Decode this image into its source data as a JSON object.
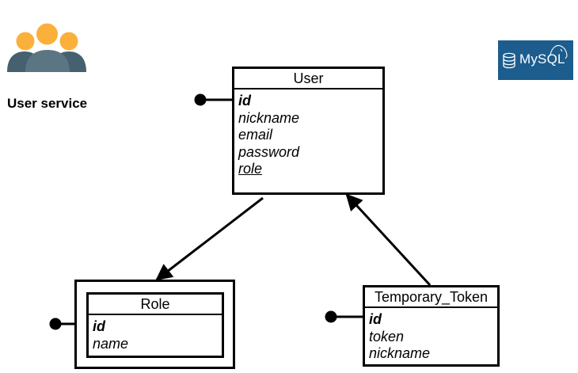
{
  "service": {
    "label": "User service",
    "icon": "user-group-icon",
    "colors": {
      "head": "#fbb03b",
      "body": "#45606e",
      "center_body": "#5b7583"
    }
  },
  "database": {
    "logo_text": "MySQL",
    "icon": "mysql-logo-icon",
    "background": "#1c5d8e"
  },
  "entities": {
    "user": {
      "name": "User",
      "attributes": [
        {
          "label": "id",
          "kind": "key"
        },
        {
          "label": "nickname",
          "kind": "plain"
        },
        {
          "label": "email",
          "kind": "plain"
        },
        {
          "label": "password",
          "kind": "plain"
        },
        {
          "label": "role",
          "kind": "foreign"
        }
      ]
    },
    "role": {
      "name": "Role",
      "attributes": [
        {
          "label": "id",
          "kind": "key"
        },
        {
          "label": "name",
          "kind": "plain"
        }
      ]
    },
    "token": {
      "name": "Temporary_Token",
      "attributes": [
        {
          "label": "id",
          "kind": "key"
        },
        {
          "label": "token",
          "kind": "plain"
        },
        {
          "label": "nickname",
          "kind": "plain"
        }
      ]
    }
  },
  "relationships": [
    {
      "from": "User",
      "to": "Role",
      "type": "arrow"
    },
    {
      "from": "Temporary_Token",
      "to": "User",
      "type": "arrow"
    }
  ]
}
